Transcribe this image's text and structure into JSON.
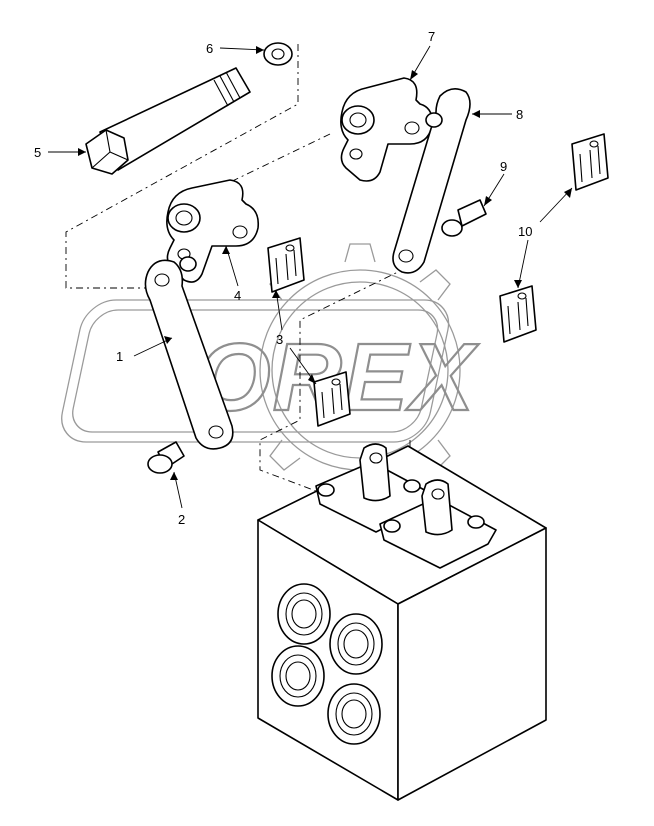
{
  "watermark": {
    "text": "OREX"
  },
  "callouts": [
    {
      "id": "1",
      "text": "1"
    },
    {
      "id": "2",
      "text": "2"
    },
    {
      "id": "3",
      "text": "3"
    },
    {
      "id": "4",
      "text": "4"
    },
    {
      "id": "5",
      "text": "5"
    },
    {
      "id": "6",
      "text": "6"
    },
    {
      "id": "7",
      "text": "7"
    },
    {
      "id": "8",
      "text": "8"
    },
    {
      "id": "9",
      "text": "9"
    },
    {
      "id": "10",
      "text": "10"
    }
  ]
}
